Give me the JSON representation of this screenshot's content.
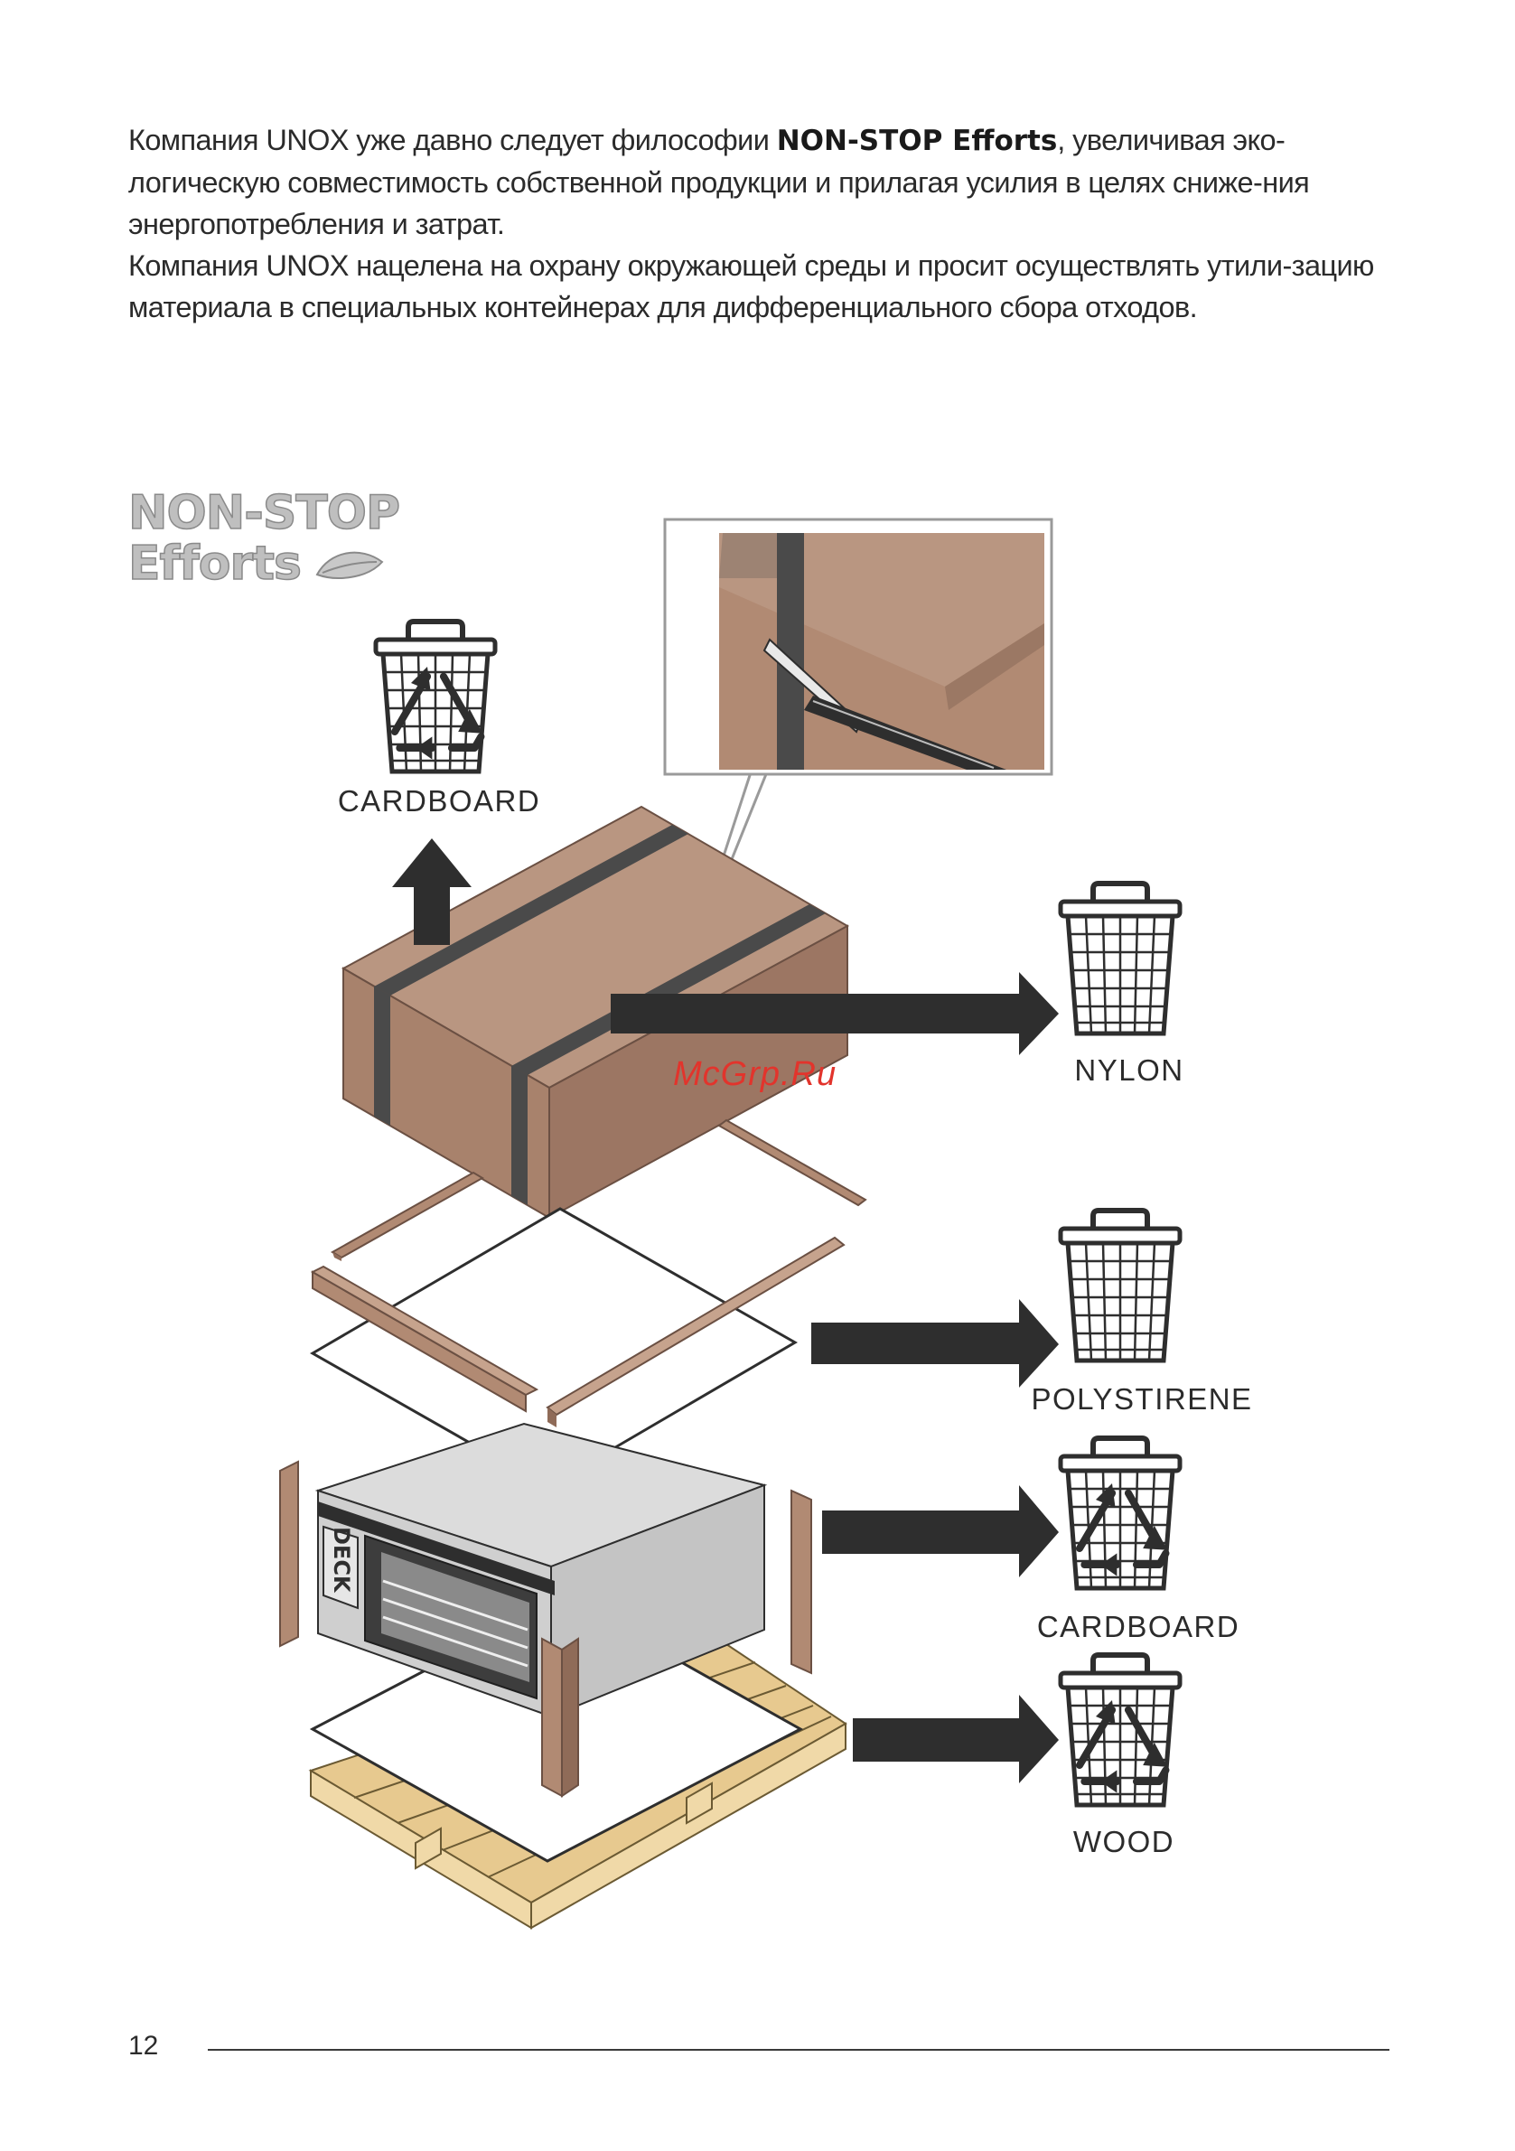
{
  "intro": {
    "p1_a": "Компания UNOX уже давно следует философии ",
    "p1_bold": "NON-STOP Efforts",
    "p1_b": ", увеличивая эко-логическую совместимость собственной продукции и прилагая усилия в целях сниже-ния энергопотребления и затрат.",
    "p2": "Компания UNOX нацелена на охрану окружающей среды и просит осуществлять утили-зацию материала в специальных контейнерах для дифференциального сбора отходов."
  },
  "logo": {
    "line1": "NON-STOP",
    "line2": "Efforts"
  },
  "bins": [
    {
      "label": "CARDBOARD",
      "recycle": true
    },
    {
      "label": "NYLON",
      "recycle": false
    },
    {
      "label": "POLYSTIRENE",
      "recycle": false
    },
    {
      "label": "CARDBOARD",
      "recycle": true
    },
    {
      "label": "WOOD",
      "recycle": true
    }
  ],
  "watermark": "McGrp.Ru",
  "oven_brand": "DECK",
  "page_number": "12",
  "colors": {
    "cardboard": "#b18a73",
    "cardboard_dark": "#8f6b58",
    "strap": "#4a4a4a",
    "wood": "#e7c98f",
    "steel": "#d4d4d4",
    "arrow": "#2e2e2e",
    "watermark": "#e2342c"
  }
}
